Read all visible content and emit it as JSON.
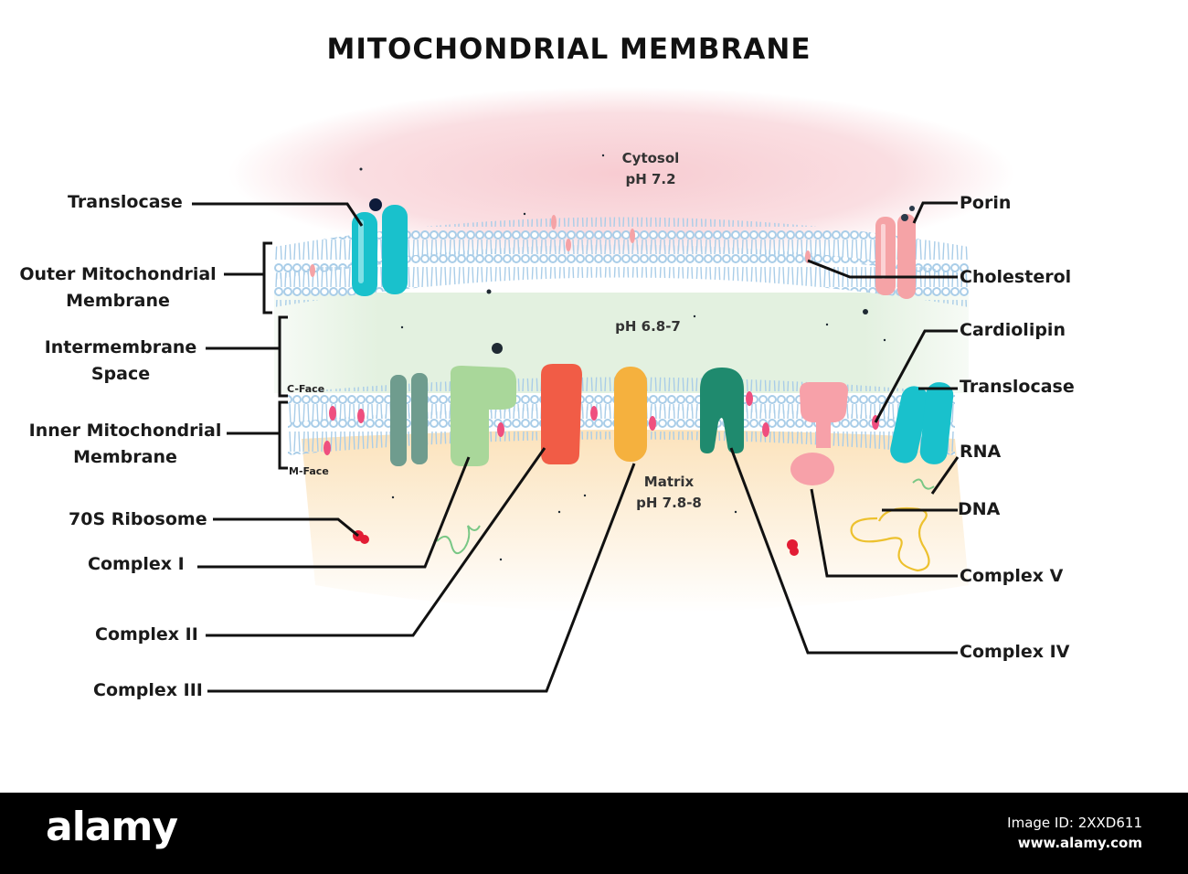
{
  "title": "MITOCHONDRIAL MEMBRANE",
  "regions": {
    "cytosol": {
      "name": "Cytosol",
      "ph": "pH 7.2"
    },
    "intermembrane": {
      "ph": "pH 6.8-7"
    },
    "matrix": {
      "name": "Matrix",
      "ph": "pH 7.8-8"
    },
    "c_face": "C-Face",
    "m_face": "M-Face"
  },
  "labels_left": {
    "translocase": "Translocase",
    "outer_membrane_1": "Outer Mitochondrial",
    "outer_membrane_2": "Membrane",
    "intermembrane_1": "Intermembrane",
    "intermembrane_2": "Space",
    "inner_membrane_1": "Inner Mitochondrial",
    "inner_membrane_2": "Membrane",
    "ribosome": "70S Ribosome",
    "complex_1": "Complex I",
    "complex_2": "Complex II",
    "complex_3": "Complex III"
  },
  "labels_right": {
    "porin": "Porin",
    "cholesterol": "Cholesterol",
    "cardiolipin": "Cardiolipin",
    "translocase": "Translocase",
    "rna": "RNA",
    "dna": "DNA",
    "complex_5": "Complex V",
    "complex_4": "Complex IV"
  },
  "colors": {
    "cytosol": "#f7c9cf",
    "intermembrane": "#e3f1e0",
    "matrix": "#fbe1b8",
    "lipid": "#a9cde8",
    "translocase": "#19c1cc",
    "porin": "#f5a3a6",
    "complex_1_left": "#6f9c8e",
    "complex_1": "#a9d79a",
    "complex_2": "#f15c46",
    "complex_3": "#f5b13e",
    "complex_4": "#1f8a6e",
    "complex_5": "#f7a1a9",
    "cardiolipin": "#ef4f7f",
    "ribosome": "#e21c34",
    "dna": "#edc12e",
    "rna": "#79c785"
  },
  "footer": {
    "brand": "alamy",
    "image_id": "Image ID: 2XXD611",
    "site": "www.alamy.com"
  }
}
